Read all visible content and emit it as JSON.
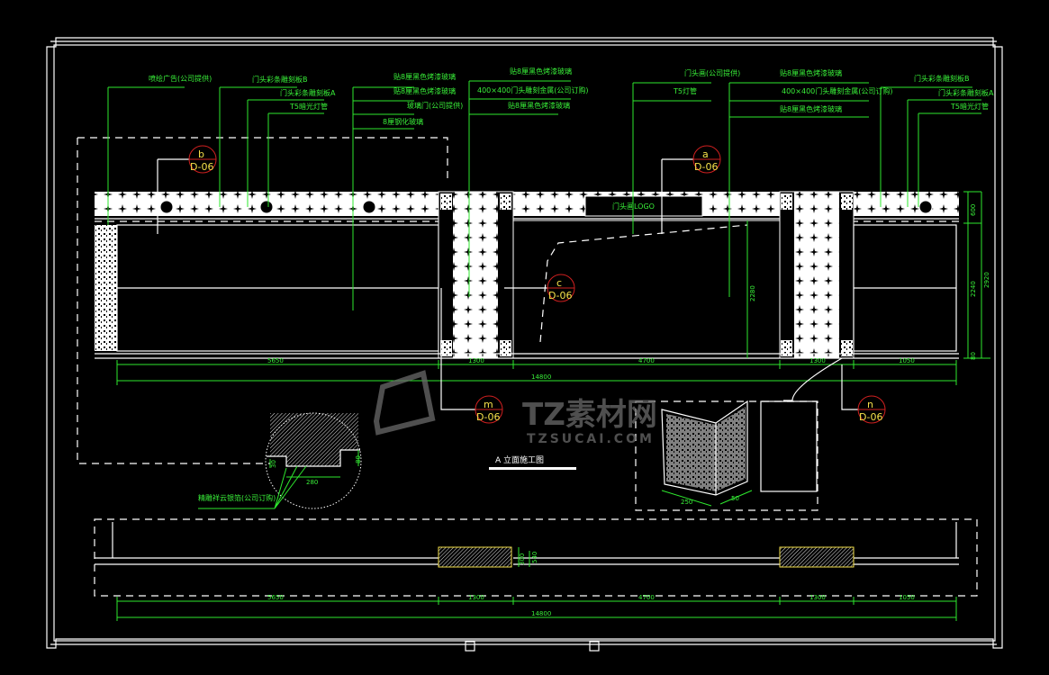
{
  "drawing": {
    "title": "A  立面施工图",
    "logo_text": "门头画LOGO",
    "watermark": {
      "main": "TZ素材网",
      "sub": "TZSUCAI.COM"
    },
    "labels": [
      "喷绘广告(公司提供)",
      "门头彩条雕刻板B",
      "门头彩条雕刻板A",
      "T5暗光灯管",
      "贴8厘黑色烤漆玻璃",
      "贴8厘黑色烤漆玻璃",
      "玻璃门(公司提供)",
      "8厘钢化玻璃",
      "贴8厘黑色烤漆玻璃",
      "400×400门头雕刻金属(公司订购)",
      "贴8厘黑色烤漆玻璃",
      "门头画(公司提供)",
      "T5灯管",
      "贴8厘黑色烤漆玻璃",
      "400×400门头雕刻金属(公司订购)",
      "贴8厘黑色烤漆玻璃",
      "门头彩条雕刻板B",
      "门头彩条雕刻板A",
      "T5暗光灯管"
    ],
    "detail_label": "精雕祥云银箔(公司订购)",
    "callouts": [
      {
        "letter": "b",
        "sheet": "D-06"
      },
      {
        "letter": "a",
        "sheet": "D-06"
      },
      {
        "letter": "c",
        "sheet": "D-06"
      },
      {
        "letter": "m",
        "sheet": "D-06"
      },
      {
        "letter": "n",
        "sheet": "D-06"
      }
    ],
    "dims_horizontal": [
      "5650",
      "1300",
      "4700",
      "1300",
      "1050"
    ],
    "dim_total": "14800",
    "dims_vertical": {
      "top": "600",
      "middle": "2240",
      "overall": "2920",
      "base": "80",
      "door": "2280"
    },
    "detail_dims": {
      "width": "280",
      "left": "30",
      "right": "80"
    },
    "corner_dims": {
      "a": "250",
      "b": "50"
    },
    "plan_dims": {
      "depth": "300",
      "offset": "540"
    }
  },
  "colors": {
    "line": "#ffffff",
    "dimension": "#2ee82e",
    "callout_circle": "#d02020",
    "callout_text": "#f5e04a",
    "background": "#000000"
  }
}
